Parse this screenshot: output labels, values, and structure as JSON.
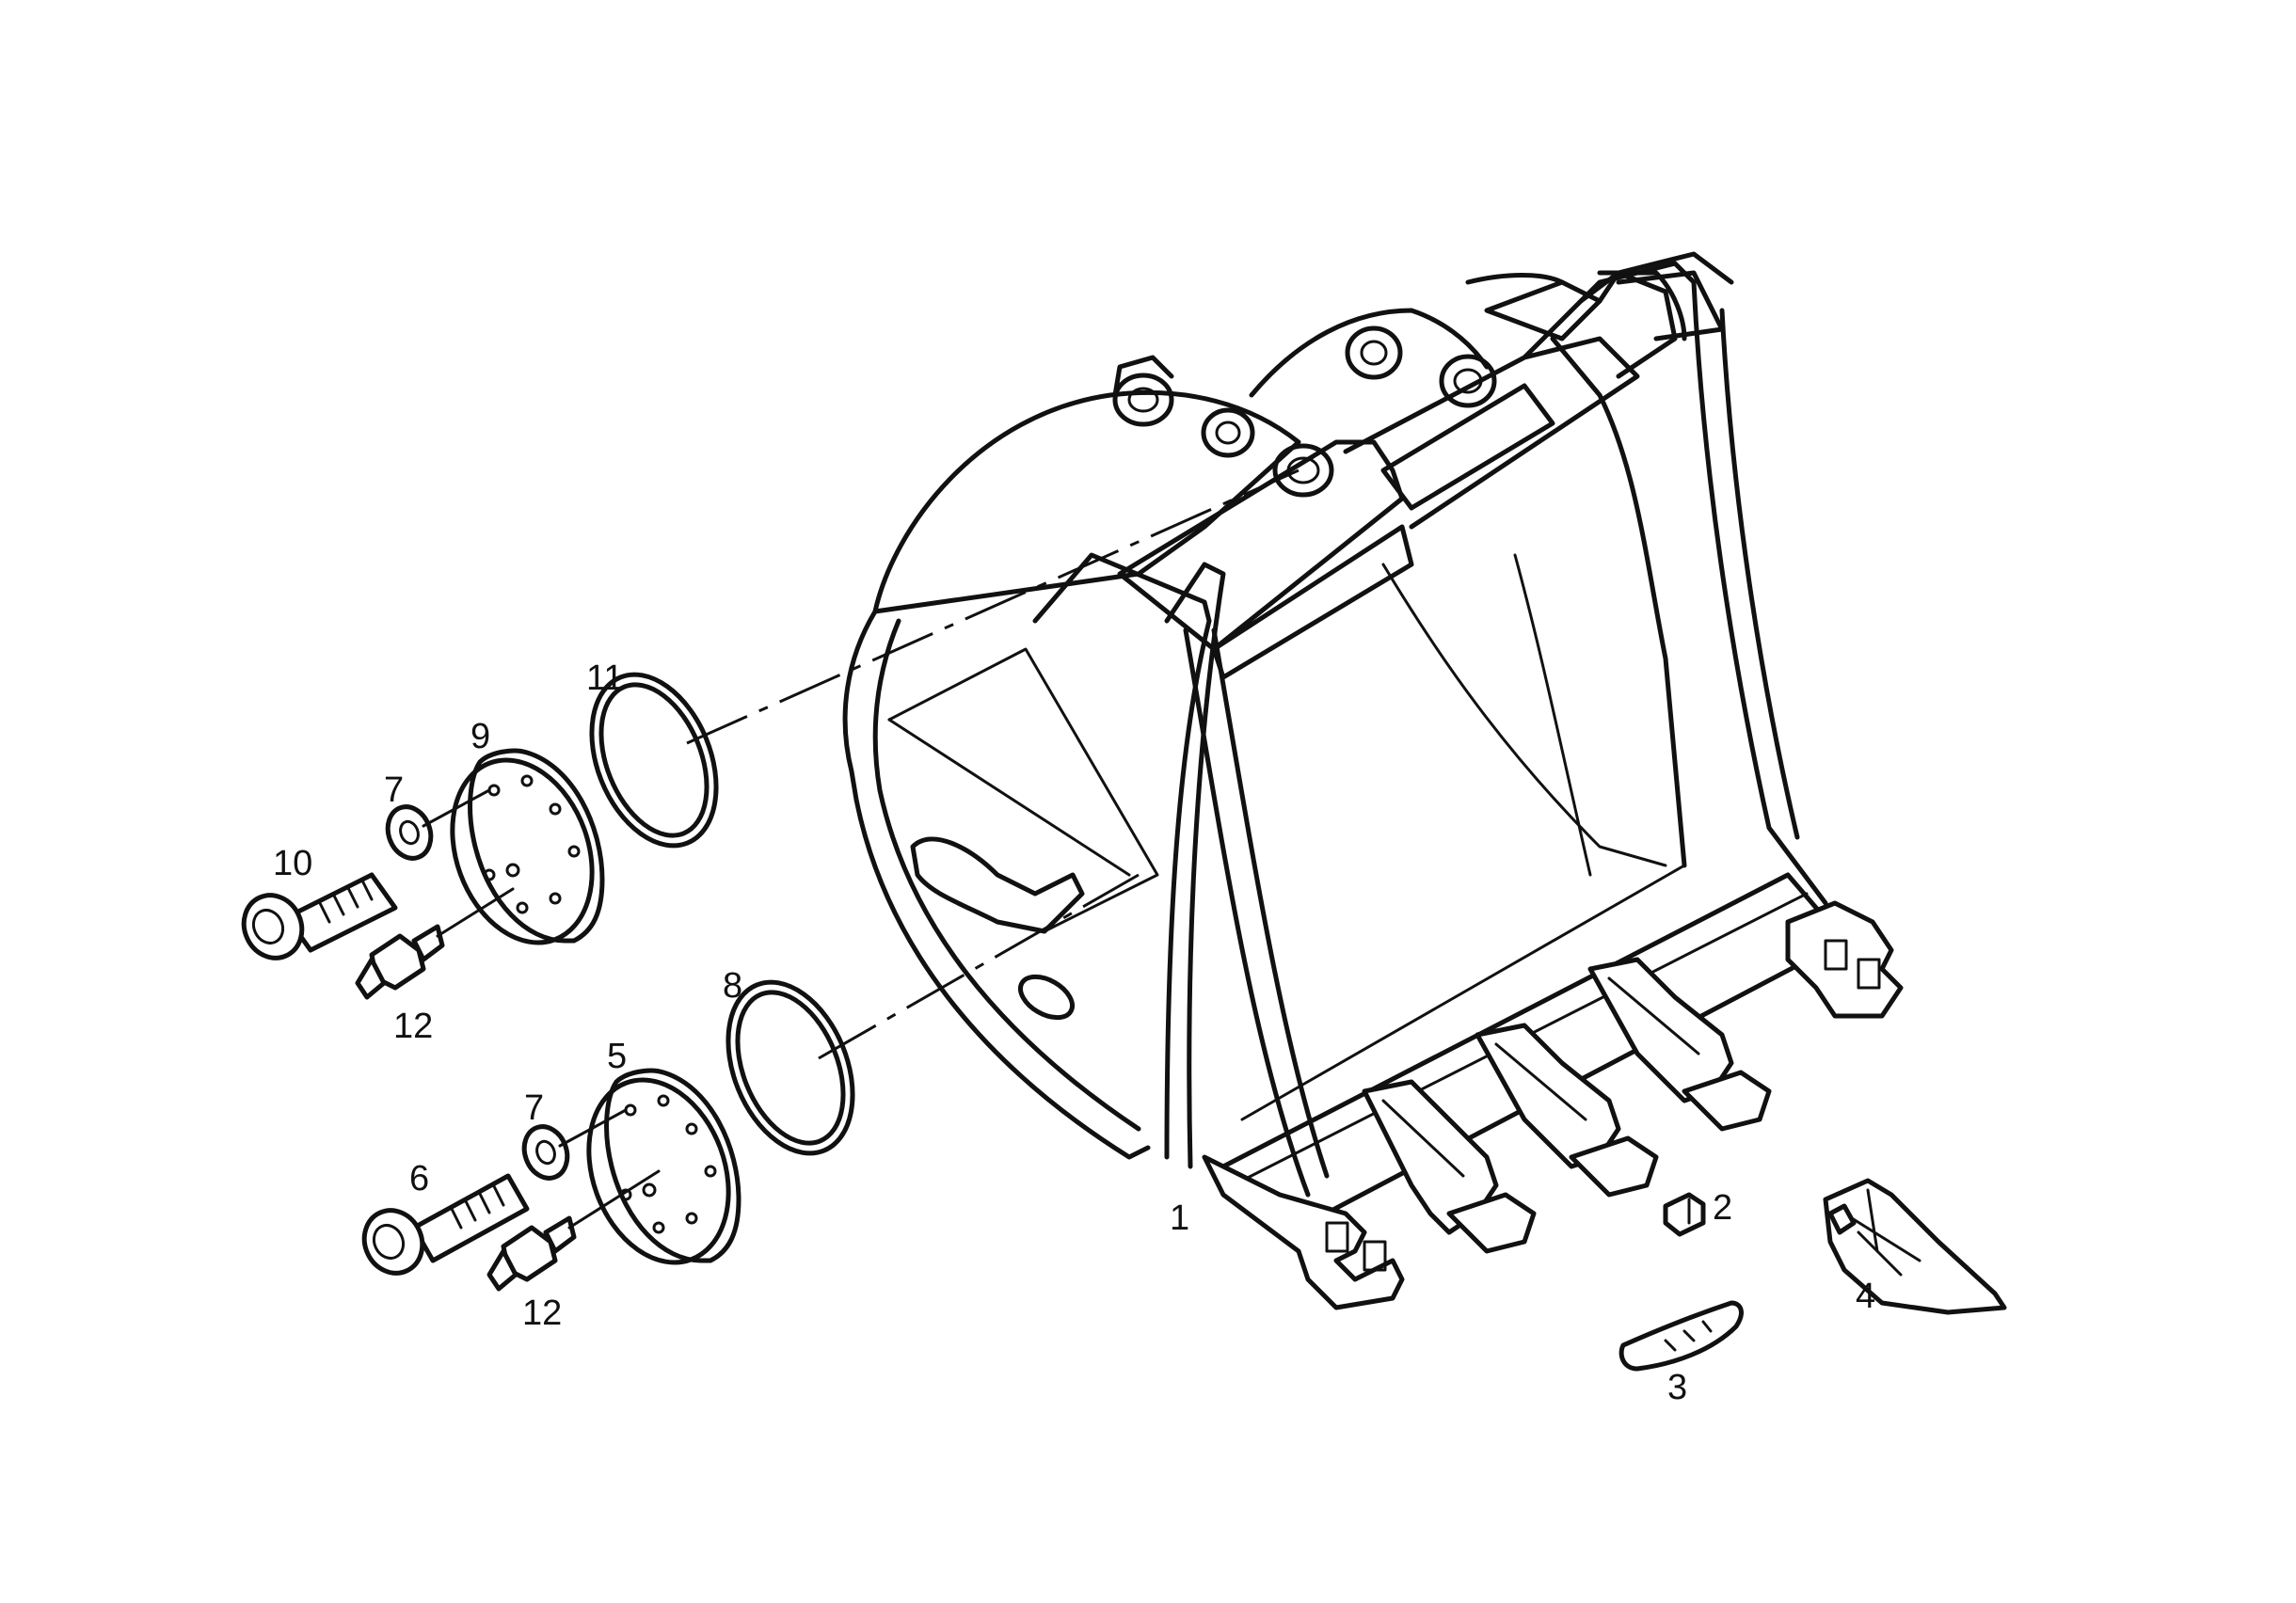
{
  "labels": {
    "l1": "1",
    "l2": "2",
    "l3": "3",
    "l4": "4",
    "l5": "5",
    "l6": "6",
    "l7a": "7",
    "l7b": "7",
    "l8": "8",
    "l9": "9",
    "l10": "10",
    "l11": "11",
    "l12a": "12",
    "l12b": "12"
  }
}
